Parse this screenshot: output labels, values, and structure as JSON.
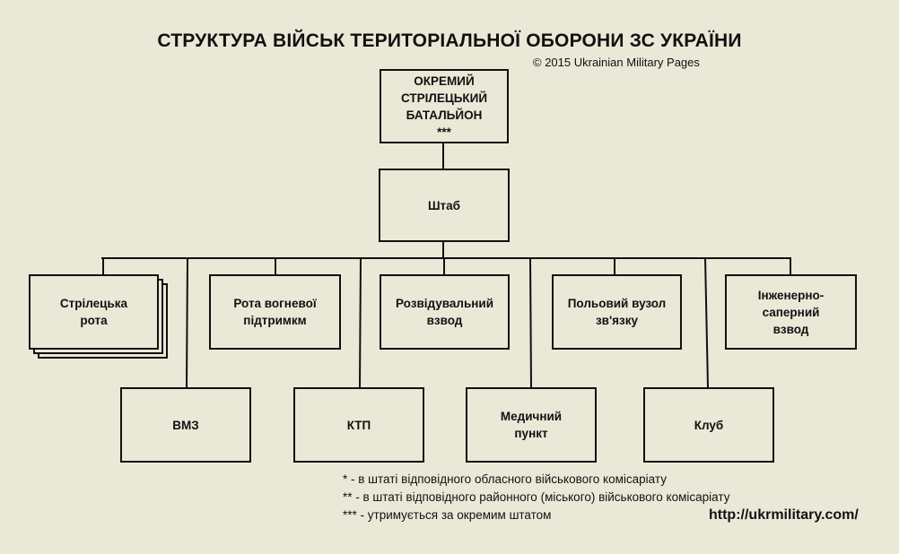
{
  "title": "СТРУКТУРА ВІЙСЬК ТЕРИТОРІАЛЬНОЇ ОБОРОНИ ЗС УКРАЇНИ",
  "copyright": "© 2015 Ukrainian Military Pages",
  "root": "ОКРЕМИЙ\nСТРІЛЕЦЬКИЙ\nБАТАЛЬЙОН\n***",
  "hq": "Штаб",
  "upper_units": [
    "Стрілецька\nрота",
    "Рота вогневої\nпідтримкм",
    "Розвідувальний\nвзвод",
    "Польовий вузол\nзв'язку",
    "Інженерно-\nсаперний\nвзвод"
  ],
  "lower_units": [
    "ВМЗ",
    "КТП",
    "Медичний\nпункт",
    "Клуб"
  ],
  "notes": [
    "* - в штаті відповідного обласного військового комісаріату",
    "** - в штаті відповідного районного (міського) військового комісаріату",
    "*** - утримується за окремим штатом"
  ],
  "url": "http://ukrmilitary.com/"
}
